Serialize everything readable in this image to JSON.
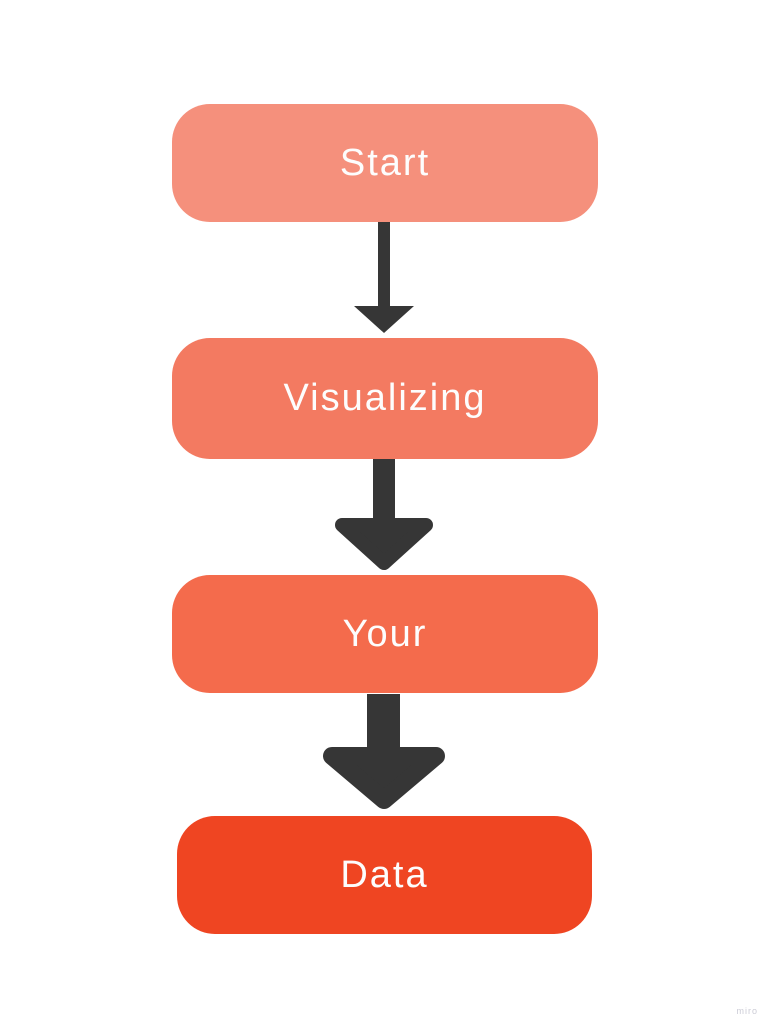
{
  "flowchart": {
    "nodes": [
      {
        "label": "Start",
        "color": "#F5907C"
      },
      {
        "label": "Visualizing",
        "color": "#F37A61"
      },
      {
        "label": "Your",
        "color": "#F46B4C"
      },
      {
        "label": "Data",
        "color": "#EF4522"
      }
    ],
    "arrow_color": "#363636",
    "text_color": "#FDFDFD",
    "background_color": "#FFFFFF"
  },
  "watermark": {
    "text": "miro"
  }
}
